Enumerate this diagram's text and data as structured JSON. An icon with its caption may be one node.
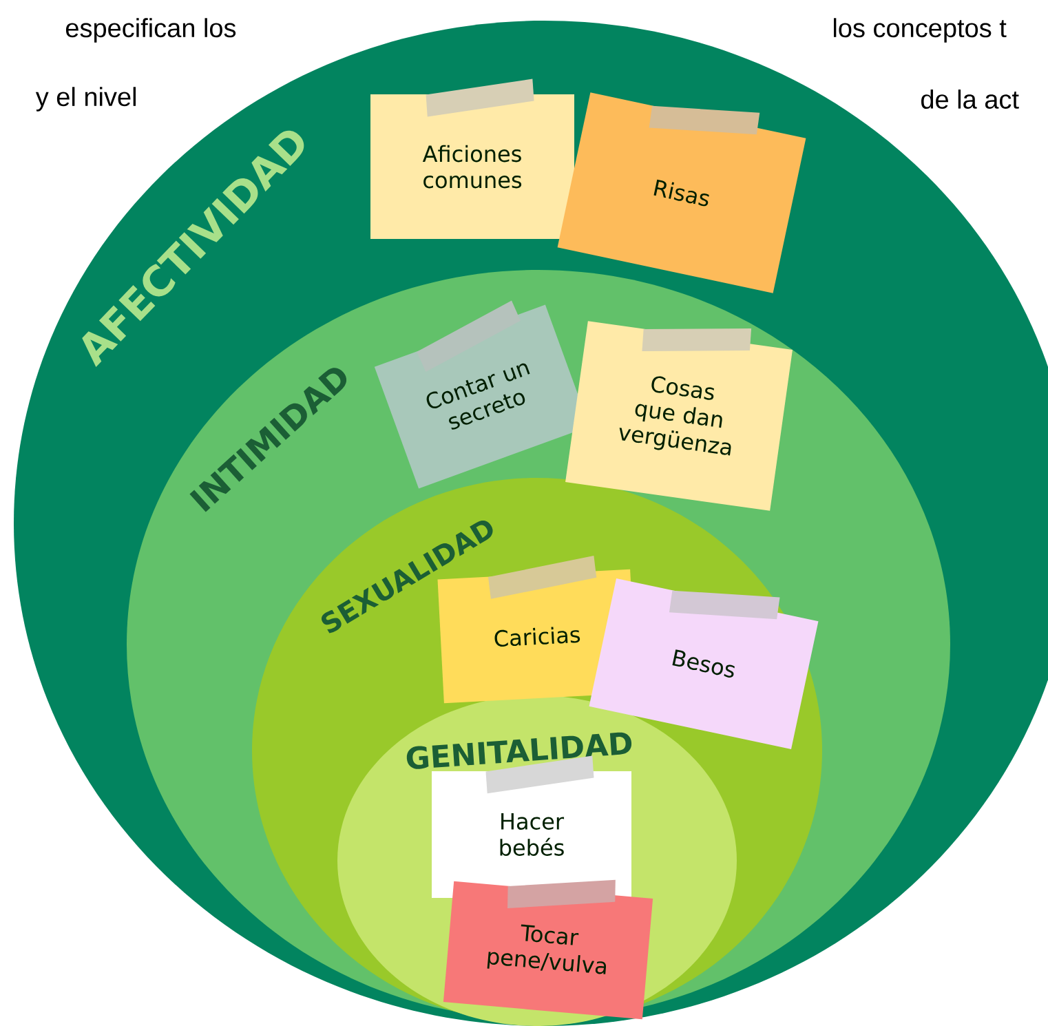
{
  "diagram": {
    "nodes": [
      {
        "text": [
          "AFECTIVIDAD"
        ]
      },
      {
        "text": [
          "Aficiones comunes"
        ],
        "in": 0
      },
      {
        "text": [
          "Risas"
        ],
        "in": 0
      },
      {
        "text": [
          "INTIMIDAD"
        ],
        "in": 0
      },
      {
        "text": [
          "Contar un secreto"
        ],
        "in": 3
      },
      {
        "text": [
          "Cosas que dan vergüenza"
        ],
        "in": 3
      },
      {
        "text": [
          "SEXUALIDAD"
        ],
        "in": 3
      },
      {
        "text": [
          "Caricias"
        ],
        "in": 6
      },
      {
        "text": [
          "Besos"
        ],
        "in": 6
      },
      {
        "text": [
          "GENITALIDAD"
        ],
        "in": 6
      },
      {
        "text": [
          "Hacer bebés"
        ],
        "in": 9
      },
      {
        "text": [
          "Tocar pene/vulva"
        ],
        "in": 9
      }
    ],
    "labels": [
      "especifican los",
      "y el nivel",
      "los conceptos t",
      "de la act"
    ]
  }
}
